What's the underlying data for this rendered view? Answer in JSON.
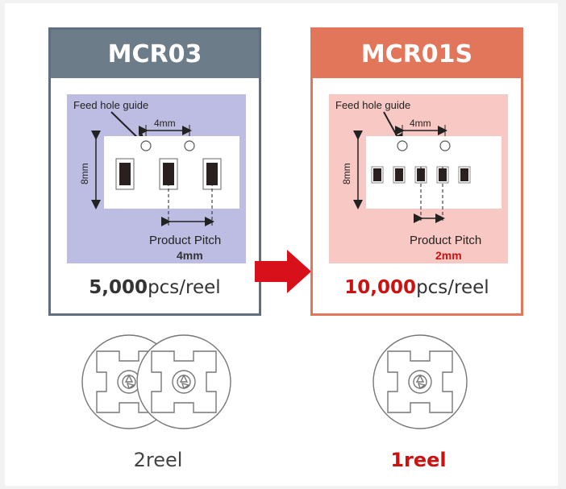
{
  "left": {
    "title": "MCR03",
    "feed_hole_label": "Feed hole guide",
    "hole_pitch": "4mm",
    "tape_width": "8mm",
    "pitch_label": "Product Pitch",
    "pitch_value": "4mm",
    "qty_number": "5,000",
    "qty_unit": "pcs/reel",
    "reel_count": "2reel",
    "colors": {
      "header": "#6d7c89",
      "panel": "#bdbde3"
    }
  },
  "right": {
    "title": "MCR01S",
    "feed_hole_label": "Feed hole guide",
    "hole_pitch": "4mm",
    "tape_width": "8mm",
    "pitch_label": "Product Pitch",
    "pitch_value": "2mm",
    "qty_number": "10,000",
    "qty_unit": "pcs/reel",
    "reel_count": "1reel",
    "colors": {
      "header": "#e2765a",
      "panel": "#f8c8c4",
      "highlight": "#cc1111"
    }
  },
  "arrow_icon": "right-arrow-icon"
}
